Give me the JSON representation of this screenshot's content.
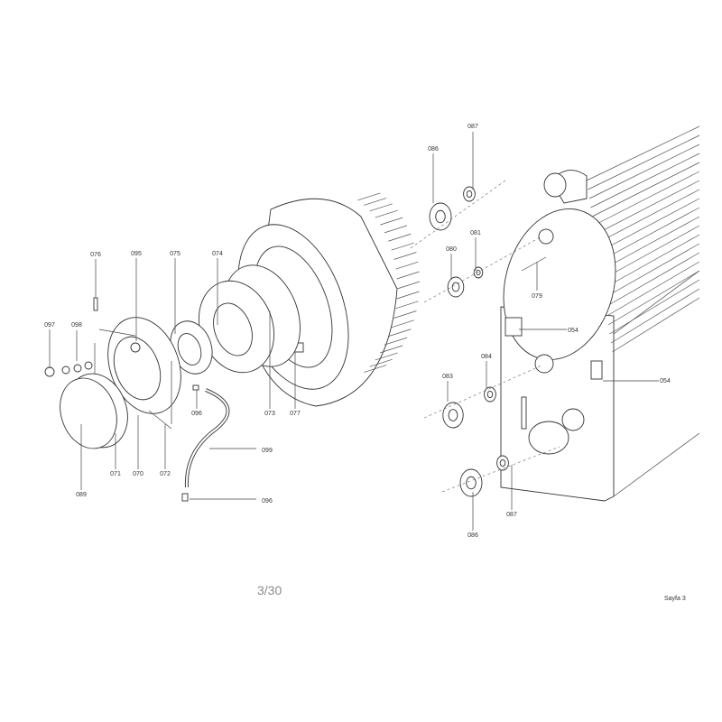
{
  "viewer": {
    "page_indicator": "3/30"
  },
  "document": {
    "footer": "Sayfa 3"
  },
  "diagram_left": {
    "labels": [
      "076",
      "095",
      "075",
      "074",
      "097",
      "098",
      "096",
      "073",
      "077",
      "099",
      "071",
      "070",
      "072",
      "089",
      "096"
    ]
  },
  "diagram_right": {
    "labels": [
      "087",
      "086",
      "081",
      "080",
      "079",
      "054",
      "084",
      "083",
      "054",
      "087",
      "086"
    ]
  }
}
